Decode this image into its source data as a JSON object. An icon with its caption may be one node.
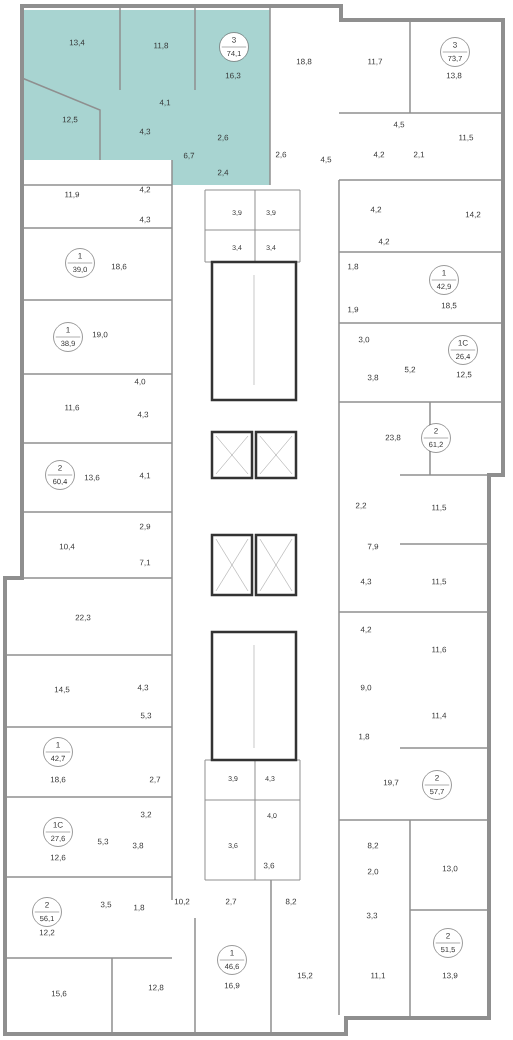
{
  "diagram": {
    "nodes": [
      {
        "text": [
          "3",
          "74,1"
        ]
      },
      {
        "text": [
          "3",
          "73,7"
        ]
      },
      {
        "text": [
          "1",
          "39,0"
        ]
      },
      {
        "text": [
          "1",
          "42,9"
        ]
      },
      {
        "text": [
          "1",
          "38,9"
        ]
      },
      {
        "text": [
          "1C",
          "26,4"
        ]
      },
      {
        "text": [
          "2",
          "61,2"
        ]
      },
      {
        "text": [
          "2",
          "60,4"
        ]
      },
      {
        "text": [
          "1",
          "42,7"
        ]
      },
      {
        "text": [
          "2",
          "57,7"
        ]
      },
      {
        "text": [
          "1C",
          "27,6"
        ]
      },
      {
        "text": [
          "2",
          "56,1"
        ]
      },
      {
        "text": [
          "2",
          "51,5"
        ]
      },
      {
        "text": [
          "1",
          "46,6"
        ]
      }
    ],
    "labels": [
      "13,4",
      "11,8",
      "18,8",
      "11,7",
      "16,3",
      "13,8",
      "4,1",
      "12,5",
      "4,5",
      "4,3",
      "2,6",
      "11,5",
      "6,7",
      "2,6",
      "4,5",
      "4,2",
      "2,1",
      "2,4",
      "11,9",
      "4,2",
      "4,3",
      "3,9",
      "3,9",
      "4,2",
      "14,2",
      "3,4",
      "3,4",
      "4,2",
      "18,6",
      "1,8",
      "1,9",
      "18,5",
      "19,0",
      "3,0",
      "4,0",
      "3,8",
      "5,2",
      "12,5",
      "11,6",
      "4,3",
      "23,8",
      "13,6",
      "4,1",
      "2,2",
      "11,5",
      "2,9",
      "10,4",
      "7,9",
      "7,1",
      "4,3",
      "11,5",
      "22,3",
      "4,2",
      "11,6",
      "14,5",
      "4,3",
      "9,0",
      "5,3",
      "11,4",
      "1,8",
      "18,6",
      "2,7",
      "3,9",
      "4,3",
      "19,7",
      "3,2",
      "4,0",
      "5,3",
      "3,8",
      "3,6",
      "8,2",
      "12,6",
      "3,6",
      "2,0",
      "13,0",
      "3,5",
      "1,8",
      "10,2",
      "2,7",
      "8,2",
      "3,3",
      "12,2",
      "15,6",
      "12,8",
      "16,9",
      "15,2",
      "11,1",
      "13,9"
    ]
  }
}
